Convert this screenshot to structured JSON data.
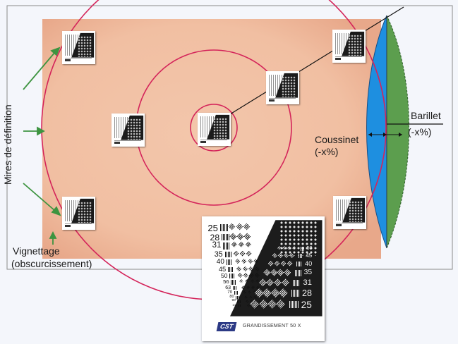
{
  "labels": {
    "mires": "Mires de définition",
    "vignettage_line1": "Vignettage",
    "vignettage_line2": "(obscurcissement)",
    "coussinet_line1": "Coussinet",
    "coussinet_line2": "(-x%)",
    "barillet_line1": "Barillet",
    "barillet_line2": "(-x%)"
  },
  "test_chart": {
    "left_numbers": [
      "25",
      "28",
      "31",
      "35",
      "40",
      "45",
      "50",
      "56",
      "63",
      "70",
      "80",
      "90",
      "100"
    ],
    "right_numbers": [
      "50",
      "45",
      "40",
      "35",
      "31",
      "28",
      "25"
    ],
    "logo": "CST",
    "caption": "GRANDISSEMENT 50 X"
  },
  "colors": {
    "frame_fill": "#f2c0a4",
    "circle_stroke": "#d4245a",
    "barrel_green": "#5c9e4e",
    "pincushion_blue": "#1e8fe0",
    "arrow_green": "#3d9440"
  }
}
